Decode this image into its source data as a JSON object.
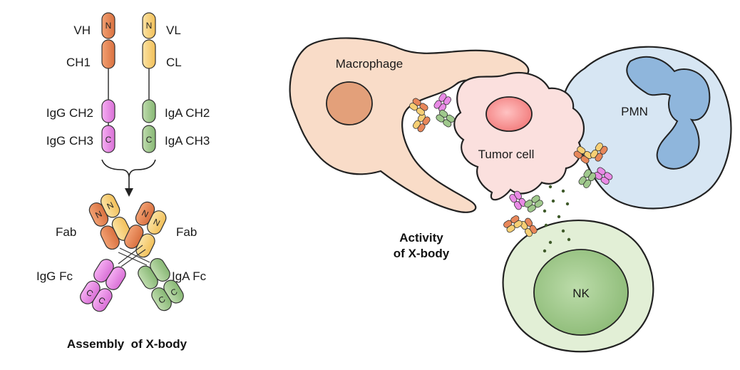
{
  "chains": {
    "heavy": {
      "domains": [
        {
          "label": "VH",
          "letter": "N"
        },
        {
          "label": "CH1",
          "letter": ""
        },
        {
          "label": "IgG CH2",
          "letter": ""
        },
        {
          "label": "IgG CH3",
          "letter": "C"
        }
      ]
    },
    "light": {
      "domains": [
        {
          "label": "VL",
          "letter": "N"
        },
        {
          "label": "CL",
          "letter": ""
        },
        {
          "label": "IgA CH2",
          "letter": ""
        },
        {
          "label": "IgA CH3",
          "letter": "C"
        }
      ]
    }
  },
  "assembled": {
    "fab_left": "Fab",
    "fab_right": "Fab",
    "fc_left": "IgG Fc",
    "fc_right": "IgA Fc",
    "n_letter": "N",
    "c_letter": "C",
    "caption": "Assembly  of X-body"
  },
  "cells": {
    "macrophage": "Macrophage",
    "tumor": "Tumor cell",
    "pmn": "PMN",
    "nk": "NK"
  },
  "activity_caption": {
    "line1": "Activity",
    "line2": "of X-body"
  },
  "colors": {
    "orange": "#e8875a",
    "yellow": "#f7cf74",
    "pink": "#e98ae6",
    "green": "#9fc88c",
    "macrophage_fill": "#f9dcc8",
    "macrophage_nucleus": "#e3a07a",
    "tumor_fill": "#fbe0de",
    "tumor_nucleus": "#f48a8a",
    "pmn_fill": "#d7e6f3",
    "pmn_nucleus": "#8fb6dc",
    "nk_fill": "#e2efd6",
    "nk_nucleus": "#a3c98f"
  }
}
